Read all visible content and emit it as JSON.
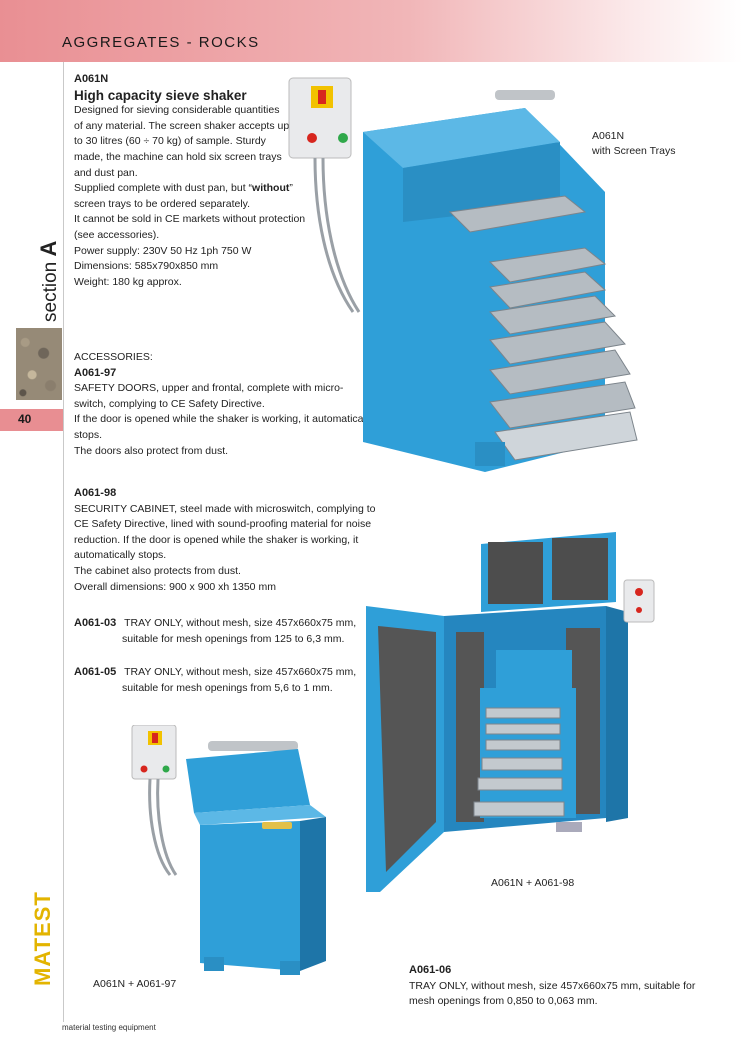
{
  "header": {
    "title": "AGGREGATES - ROCKS"
  },
  "sidebar": {
    "section_word": "section",
    "section_letter": "A",
    "page_number": "40",
    "brand": "MATEST"
  },
  "footer": {
    "text": "material testing equipment"
  },
  "main_product": {
    "code": "A061N",
    "title": "High capacity sieve shaker",
    "description": [
      "Designed for sieving considerable quantities",
      "of any material. The screen shaker accepts up",
      "to 30 litres (60 ÷ 70 kg) of sample. Sturdy",
      "made, the machine can hold six screen trays",
      "and dust pan."
    ],
    "note_pre": "Supplied complete with dust pan, but “",
    "note_bold": "without",
    "note_post": "”",
    "note_line2": "screen trays to be ordered separately.",
    "ce_lines": [
      "It cannot be sold in CE markets without protection",
      "(see accessories)."
    ],
    "specs": [
      "Power supply: 230V  50 Hz   1ph  750 W",
      "Dimensions: 585x790x850 mm",
      "Weight: 180 kg approx."
    ]
  },
  "accessories": {
    "label": "ACCESSORIES:",
    "a061_97": {
      "code": "A061-97",
      "lines": [
        "SAFETY  DOORS, upper and frontal, complete with micro-",
        "switch, complying to CE Safety Directive.",
        "If the door is opened while the shaker is working, it automatically",
        "stops.",
        "The doors also protect from dust."
      ]
    },
    "a061_98": {
      "code": "A061-98",
      "lines": [
        "SECURITY CABINET, steel made with microswitch, complying to",
        "CE Safety Directive, lined with sound-proofing material for noise",
        "reduction. If the door is opened while the shaker is working, it",
        "automatically stops.",
        "The cabinet also protects from dust.",
        "Overall dimensions: 900 x 900 xh 1350 mm"
      ]
    },
    "a061_03": {
      "code": "A061-03",
      "line1": "TRAY ONLY, without mesh, size 457x660x75 mm,",
      "line2": "suitable for mesh openings from 125 to 6,3 mm."
    },
    "a061_05": {
      "code": "A061-05",
      "line1": "TRAY ONLY, without mesh, size 457x660x75 mm,",
      "line2": "suitable for mesh openings from 5,6 to 1 mm."
    },
    "a061_06": {
      "code": "A061-06",
      "line1": "TRAY ONLY, without mesh, size 457x660x75 mm, suitable for",
      "line2": "mesh openings from 0,850 to 0,063 mm."
    }
  },
  "captions": {
    "top_code": "A061N",
    "top_sub": "with Screen Trays",
    "cabinet": "A061N + A061-98",
    "doors": "A061N + A061-97"
  },
  "colors": {
    "machine_blue": "#2f9fd8",
    "header_pink": "#e98f93",
    "brand_yellow": "#e3b400"
  }
}
